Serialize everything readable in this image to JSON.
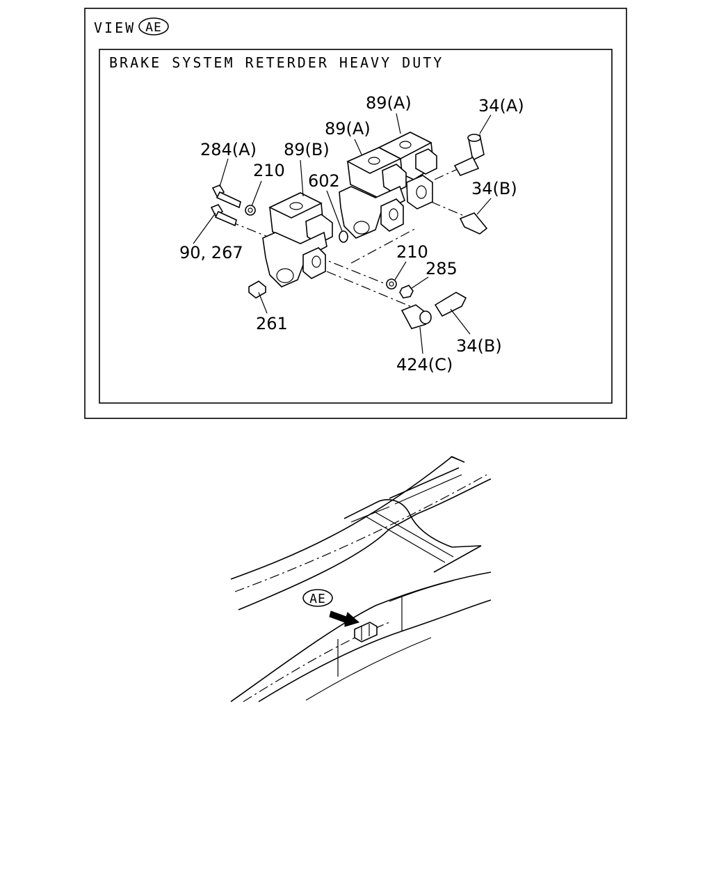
{
  "view": {
    "prefix": "VIEW",
    "badge": "AE"
  },
  "diagram_title": "BRAKE SYSTEM RETERDER HEAVY DUTY",
  "callouts": {
    "c_89a_top": "89(A)",
    "c_34a": "34(A)",
    "c_89a_mid": "89(A)",
    "c_284a": "284(A)",
    "c_89b": "89(B)",
    "c_210_top": "210",
    "c_602": "602",
    "c_34b_top": "34(B)",
    "c_90267": "90, 267",
    "c_210_bot": "210",
    "c_285": "285",
    "c_261": "261",
    "c_34b_bot": "34(B)",
    "c_424c": "424(C)"
  },
  "location_badge": "AE"
}
